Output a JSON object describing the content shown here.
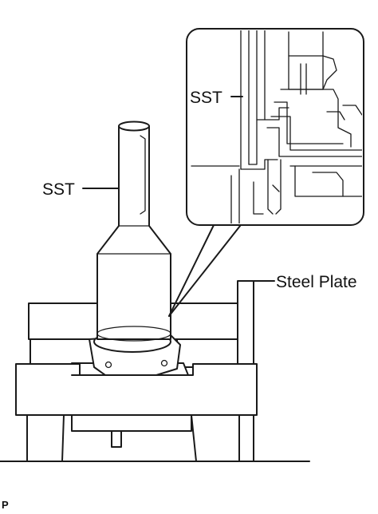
{
  "labels": {
    "sst_inset": "SST",
    "sst_main": "SST",
    "steel_plate": "Steel Plate"
  },
  "figure_code": "P",
  "colors": {
    "line": "#1a1a1a",
    "background": "#ffffff",
    "fill_light": "#f2f2f2"
  }
}
